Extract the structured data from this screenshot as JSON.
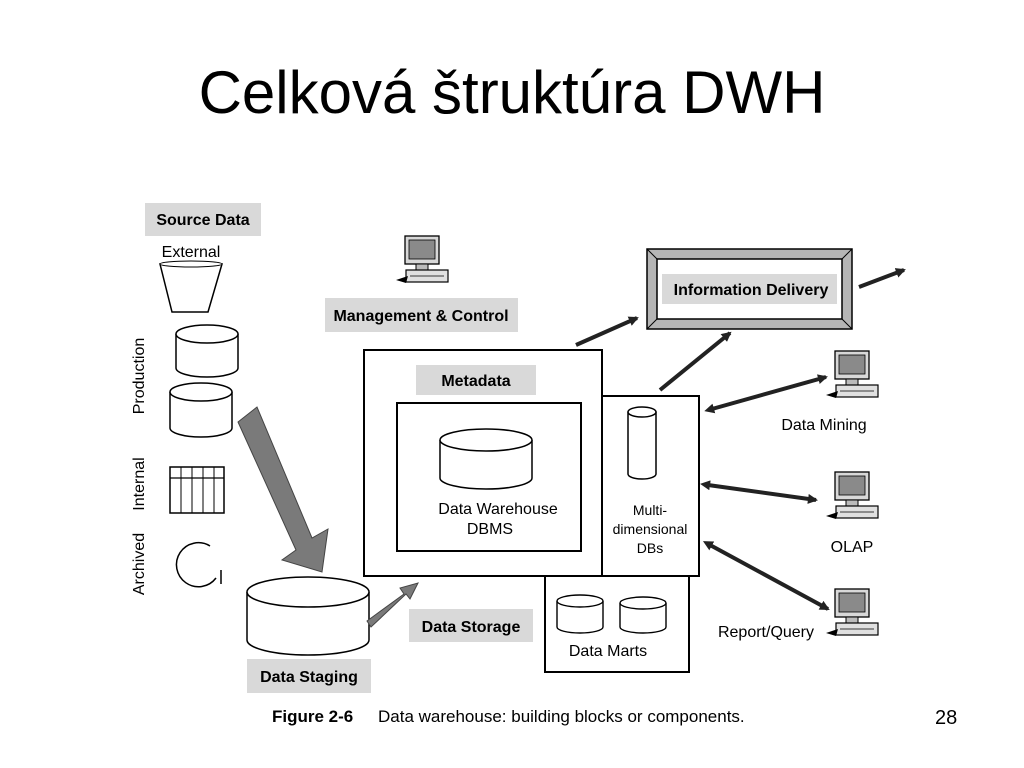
{
  "slide": {
    "title": "Celková štruktúra DWH",
    "number": "28"
  },
  "diagram": {
    "labels": {
      "source_data": "Source Data",
      "external": "External",
      "production": "Production",
      "internal": "Internal",
      "archived": "Archived",
      "management_control": "Management & Control",
      "metadata": "Metadata",
      "data_warehouse_dbms_line1": "Data Warehouse",
      "data_warehouse_dbms_line2": "DBMS",
      "multidim_line1": "Multi-",
      "multidim_line2": "dimensional",
      "multidim_line3": "DBs",
      "information_delivery": "Information Delivery",
      "data_mining": "Data Mining",
      "olap": "OLAP",
      "report_query": "Report/Query",
      "data_storage": "Data Storage",
      "data_marts": "Data Marts",
      "data_staging": "Data Staging"
    },
    "caption": {
      "number": "Figure 2-6",
      "text": "Data warehouse: building blocks or components."
    },
    "icons": [
      "computer-icon",
      "database-icon",
      "funnel-icon",
      "table-grid-icon",
      "archive-tape-icon"
    ]
  }
}
